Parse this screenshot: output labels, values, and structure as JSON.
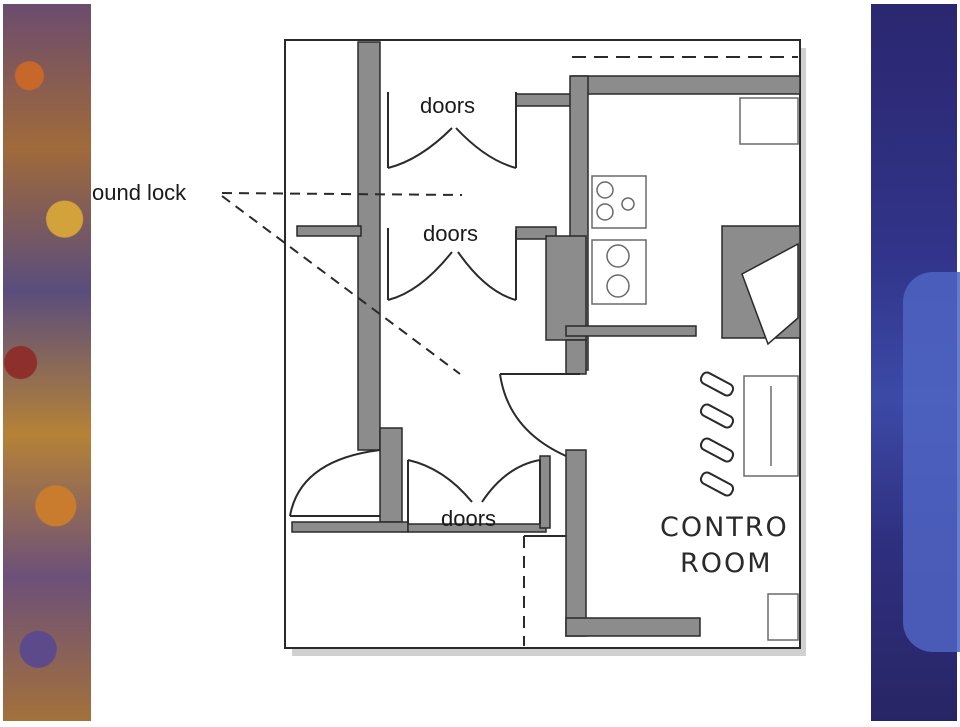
{
  "labels": {
    "doors_top": "doors",
    "doors_middle": "doors",
    "doors_bottom": "doors",
    "sound_lock": "ound lock",
    "control": "CONTRO",
    "room": "ROOM"
  },
  "colors": {
    "wall": "#8c8c8c",
    "line": "#2a2a2a",
    "right_accent": "#2f2f80",
    "gear_accent": "#4f64c2"
  }
}
